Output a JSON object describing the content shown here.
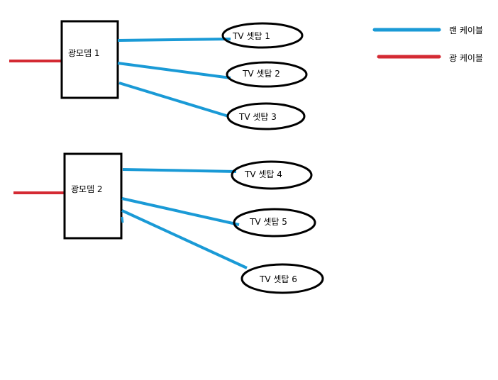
{
  "colors": {
    "lan": "#1a9ad6",
    "fiber": "#d42a33",
    "outline": "#000000"
  },
  "legend": [
    {
      "label": "랜 케이블",
      "type": "lan"
    },
    {
      "label": "광 케이블",
      "type": "fiber"
    }
  ],
  "modems": [
    {
      "label": "광모뎀 1"
    },
    {
      "label": "광모뎀 2"
    }
  ],
  "settops": [
    {
      "label": "TV 셋탑 1",
      "modem": 1
    },
    {
      "label": "TV 셋탑 2",
      "modem": 1
    },
    {
      "label": "TV 셋탑 3",
      "modem": 1
    },
    {
      "label": "TV 셋탑 4",
      "modem": 2
    },
    {
      "label": "TV 셋탑 5",
      "modem": 2
    },
    {
      "label": "TV 셋탑 6",
      "modem": 2
    }
  ]
}
